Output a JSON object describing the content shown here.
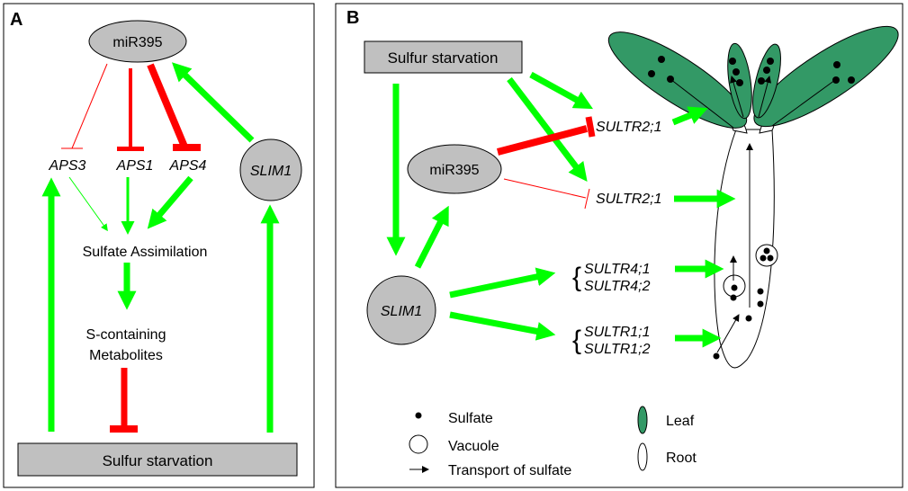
{
  "colors": {
    "activation": "#00ff00",
    "inhibition": "#ff0000",
    "node_fill": "#c0c0c0",
    "leaf_fill": "#339966",
    "outline": "#000000"
  },
  "panel_a": {
    "letter": "A",
    "nodes": {
      "mir395": "miR395",
      "slim1": "SLIM1",
      "aps3": "APS3",
      "aps1": "APS1",
      "aps4": "APS4",
      "sulfate_assimilation": "Sulfate Assimilation",
      "s_metabolites_line1": "S-containing",
      "s_metabolites_line2": "Metabolites",
      "sulfur_starvation": "Sulfur  starvation"
    },
    "edges": [
      {
        "from": "miR395",
        "to": "APS3",
        "type": "inhibition",
        "strength": "weak"
      },
      {
        "from": "miR395",
        "to": "APS1",
        "type": "inhibition",
        "strength": "medium"
      },
      {
        "from": "miR395",
        "to": "APS4",
        "type": "inhibition",
        "strength": "strong"
      },
      {
        "from": "SLIM1",
        "to": "miR395",
        "type": "activation"
      },
      {
        "from": "APS3",
        "to": "Sulfate Assimilation",
        "type": "activation",
        "strength": "weak"
      },
      {
        "from": "APS1",
        "to": "Sulfate Assimilation",
        "type": "activation",
        "strength": "medium"
      },
      {
        "from": "APS4",
        "to": "Sulfate Assimilation",
        "type": "activation",
        "strength": "strong"
      },
      {
        "from": "Sulfate Assimilation",
        "to": "S-containing Metabolites",
        "type": "activation"
      },
      {
        "from": "S-containing Metabolites",
        "to": "Sulfur starvation",
        "type": "inhibition"
      },
      {
        "from": "Sulfur starvation",
        "to": "APS3",
        "type": "activation"
      },
      {
        "from": "Sulfur starvation",
        "to": "SLIM1",
        "type": "activation"
      }
    ]
  },
  "panel_b": {
    "letter": "B",
    "nodes": {
      "sulfur_starvation": "Sulfur starvation",
      "mir395": "miR395",
      "slim1": "SLIM1",
      "sultr21_shoot": "SULTR2;1",
      "sultr21_root": "SULTR2;1",
      "sultr41": "SULTR4;1",
      "sultr42": "SULTR4;2",
      "sultr11": "SULTR1;1",
      "sultr12": "SULTR1;2"
    },
    "legend": [
      {
        "icon": "sulfate-dot",
        "label": "Sulfate"
      },
      {
        "icon": "vacuole-circle",
        "label": "Vacuole"
      },
      {
        "icon": "transport-arrow",
        "label": "Transport of sulfate"
      },
      {
        "icon": "leaf-ellipse",
        "label": "Leaf"
      },
      {
        "icon": "root-ellipse",
        "label": "Root"
      }
    ]
  }
}
